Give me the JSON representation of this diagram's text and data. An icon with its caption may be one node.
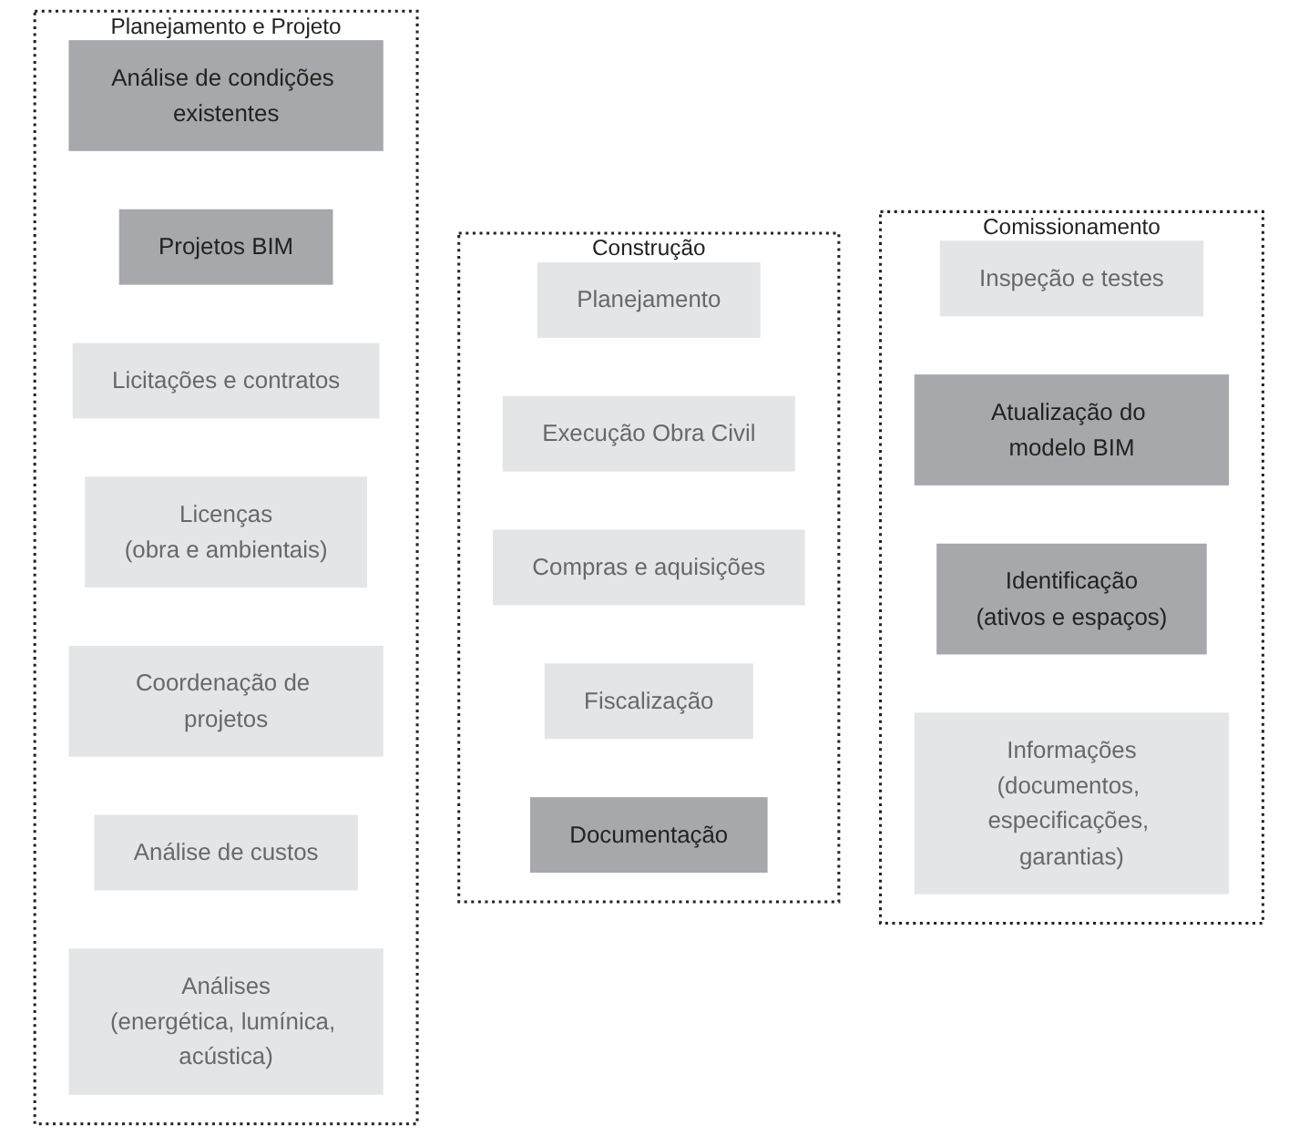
{
  "diagram": {
    "nodes": [
      {
        "text": [
          "Planejamento e Projeto"
        ]
      },
      {
        "text": [
          "Análise de condições existentes"
        ],
        "in": 0
      },
      {
        "text": [
          "Projetos BIM"
        ],
        "in": 0
      },
      {
        "text": [
          "Licitações e contratos"
        ],
        "in": 0
      },
      {
        "text": [
          "Licenças",
          "(obra e ambientais)"
        ],
        "in": 0
      },
      {
        "text": [
          "Coordenação de projetos"
        ],
        "in": 0
      },
      {
        "text": [
          "Análise de custos"
        ],
        "in": 0
      },
      {
        "text": [
          "Análises",
          "(energética, lumínica, acústica)"
        ],
        "in": 0
      },
      {
        "text": [
          "Construção"
        ]
      },
      {
        "text": [
          "Planejamento"
        ],
        "in": 8
      },
      {
        "text": [
          "Execução Obra Civil"
        ],
        "in": 8
      },
      {
        "text": [
          "Compras e aquisições"
        ],
        "in": 8
      },
      {
        "text": [
          "Fiscalização"
        ],
        "in": 8
      },
      {
        "text": [
          "Documentação"
        ],
        "in": 8
      },
      {
        "text": [
          "Comissionamento"
        ]
      },
      {
        "text": [
          "Inspeção e testes"
        ],
        "in": 14
      },
      {
        "text": [
          "Atualização do modelo BIM"
        ],
        "in": 14
      },
      {
        "text": [
          "Identificação",
          "(ativos e espaços)"
        ],
        "in": 14
      },
      {
        "text": [
          "Informações",
          "(documentos, especificações, garantias)"
        ],
        "in": 14
      }
    ],
    "edges": []
  }
}
